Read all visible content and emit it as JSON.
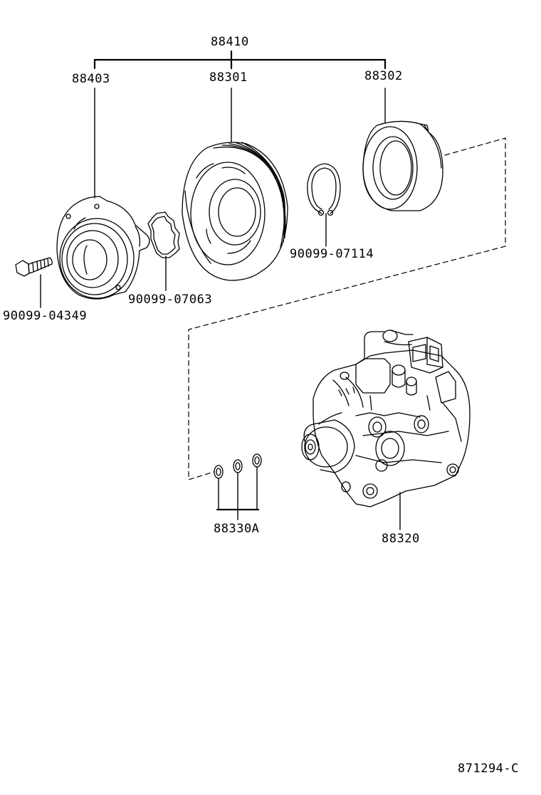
{
  "diagram": {
    "figure_code": "871294-C",
    "parts": {
      "assembly": "88410",
      "clutch_hub": "88403",
      "pulley": "88301",
      "stator_coil": "88302",
      "bolt": "90099-04349",
      "shim_ring": "90099-07063",
      "snap_ring": "90099-07114",
      "o_rings": "88330A",
      "compressor": "88320"
    },
    "line_color": "#000000",
    "background": "#ffffff"
  }
}
